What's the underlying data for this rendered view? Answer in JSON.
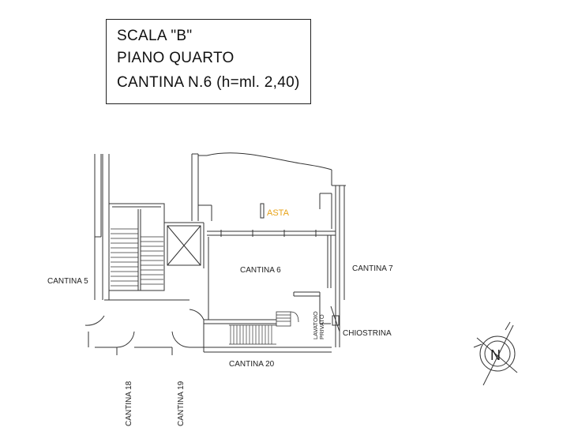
{
  "title": {
    "line1": "SCALA  \"B\"",
    "line2": "PIANO  QUARTO",
    "line3": "CANTINA N.6 (h=ml. 2,40)"
  },
  "labels": {
    "cantina_5": "CANTINA 5",
    "cantina_6": "CANTINA 6",
    "cantina_7": "CANTINA 7",
    "cantina_20": "CANTINA 20",
    "cantina_18": "CANTINA 18",
    "cantina_19": "CANTINA 19",
    "chiostrina": "CHIOSTRINA",
    "lavatoio": "LAVATOIO",
    "privato": "PRIVATO",
    "asta": "ASTA",
    "north": "N"
  },
  "colors": {
    "line": "#333333",
    "watermark": "#e8a317"
  }
}
